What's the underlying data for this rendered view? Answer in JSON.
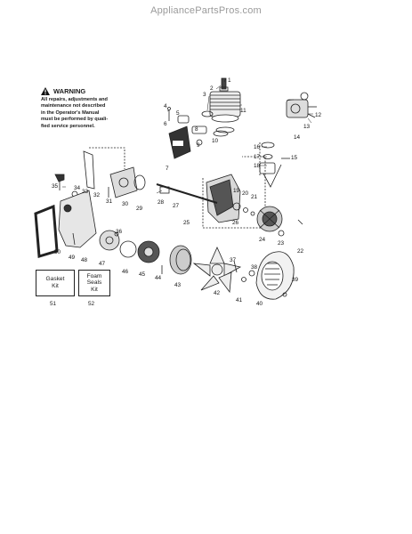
{
  "watermark": "AppliancePartsPros.com",
  "warning": {
    "title": "WARNING",
    "lines": [
      "All repairs, adjustments and",
      "maintenance not described",
      "in the Operator's Manual",
      "must be performed by quali-",
      "fied service personnel."
    ],
    "icon": "warning-triangle-icon"
  },
  "callouts": {
    "c1": "1",
    "c2": "2",
    "c3": "3",
    "c4": "4",
    "c5": "5",
    "c6": "6",
    "c7": "7",
    "c8": "8",
    "c9": "9",
    "c10": "10",
    "c11": "11",
    "c12": "12",
    "c13": "13",
    "c14": "14",
    "c15": "15",
    "c16": "16",
    "c17": "17",
    "c18": "18",
    "c19": "19",
    "c20": "20",
    "c21": "21",
    "c22": "22",
    "c23": "23",
    "c24": "24",
    "c25": "25",
    "c26": "26",
    "c27": "27",
    "c28": "28",
    "c29": "29",
    "c30": "30",
    "c31": "31",
    "c32": "32",
    "c33": "33",
    "c34": "34",
    "c35": "35",
    "c36": "36",
    "c37": "37",
    "c38": "38",
    "c39": "39",
    "c40": "40",
    "c41": "41",
    "c42": "42",
    "c43": "43",
    "c44": "44",
    "c45": "45",
    "c46": "46",
    "c47": "47",
    "c48": "48",
    "c49": "49",
    "c50": "50",
    "c51": "51",
    "c52": "52"
  },
  "kits": {
    "gasket": {
      "line1": "Gasket",
      "line2": "Kit",
      "number": "51"
    },
    "foam": {
      "line1": "Foam",
      "line2": "Seals",
      "line3": "Kit",
      "number": "52"
    }
  }
}
